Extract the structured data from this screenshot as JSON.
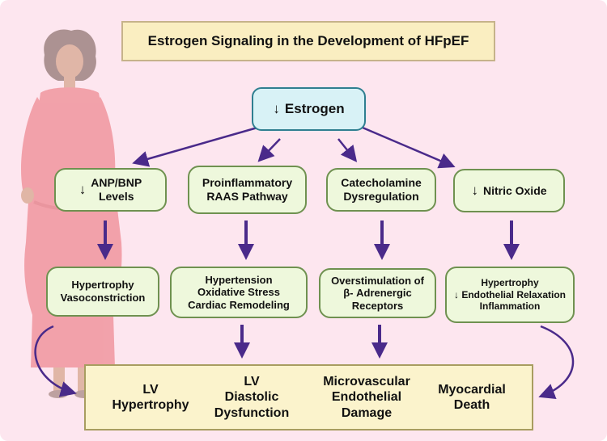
{
  "title": "Estrogen Signaling in the Development of HFpEF",
  "top_node": {
    "arrow": "↓",
    "label": "Estrogen"
  },
  "mechanisms": [
    {
      "arrow": "↓",
      "lines": [
        "ANP/BNP",
        "Levels"
      ]
    },
    {
      "arrow": "",
      "lines": [
        "Proinflammatory",
        "RAAS Pathway"
      ]
    },
    {
      "arrow": "",
      "lines": [
        "Catecholamine",
        "Dysregulation"
      ]
    },
    {
      "arrow": "↓",
      "lines": [
        "Nitric Oxide"
      ]
    }
  ],
  "effects": [
    {
      "lines": [
        "Hypertrophy",
        "Vasoconstriction"
      ]
    },
    {
      "lines": [
        "Hypertension",
        "Oxidative Stress",
        "Cardiac Remodeling"
      ]
    },
    {
      "lines": [
        "Overstimulation of",
        "β- Adrenergic",
        "Receptors"
      ]
    },
    {
      "lines": [
        "Hypertrophy",
        "↓ Endothelial Relaxation",
        "Inflammation"
      ]
    }
  ],
  "outcomes": [
    {
      "lines": [
        "LV",
        "Hypertrophy"
      ]
    },
    {
      "lines": [
        "LV",
        "Diastolic",
        "Dysfunction"
      ]
    },
    {
      "lines": [
        "Microvascular",
        "Endothelial",
        "Damage"
      ]
    },
    {
      "lines": [
        "Myocardial",
        "Death"
      ]
    }
  ],
  "colors": {
    "background": "#fde6ef",
    "arrow": "#4a2a8a",
    "box_fill": "#eef8dc",
    "box_border": "#6f9150",
    "estrogen_fill": "#d8f2f6",
    "title_fill": "#faeec1",
    "outcome_fill": "#fbf3cc"
  }
}
